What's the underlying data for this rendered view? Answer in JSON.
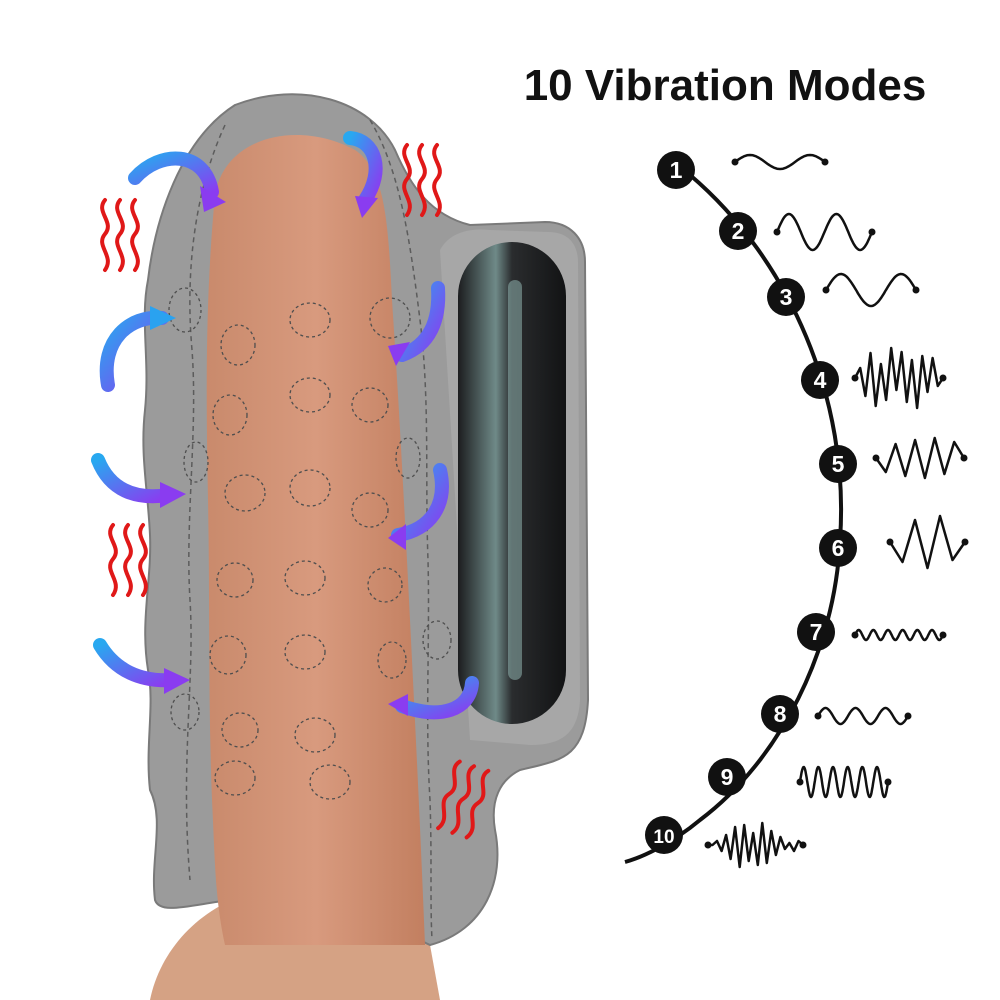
{
  "title": "10 Vibration Modes",
  "modes": [
    {
      "number": "1",
      "pattern": "gentle-wave"
    },
    {
      "number": "2",
      "pattern": "large-wave"
    },
    {
      "number": "3",
      "pattern": "large-wave-slow"
    },
    {
      "number": "4",
      "pattern": "dense-spikes"
    },
    {
      "number": "5",
      "pattern": "zigzag"
    },
    {
      "number": "6",
      "pattern": "wide-zigzag"
    },
    {
      "number": "7",
      "pattern": "small-ripple"
    },
    {
      "number": "8",
      "pattern": "medium-ripple"
    },
    {
      "number": "9",
      "pattern": "tight-pulse"
    },
    {
      "number": "10",
      "pattern": "burst"
    }
  ],
  "colors": {
    "sleeve": "#9a9a9a",
    "sleeve_dark": "#7d7d7d",
    "finger": "#d6957a",
    "finger_shade": "#c2805f",
    "bullet": "#2f3133",
    "arrow_start": "#28a8f0",
    "arrow_end": "#8a3cf0",
    "heat": "#e01818",
    "badge": "#111111"
  }
}
